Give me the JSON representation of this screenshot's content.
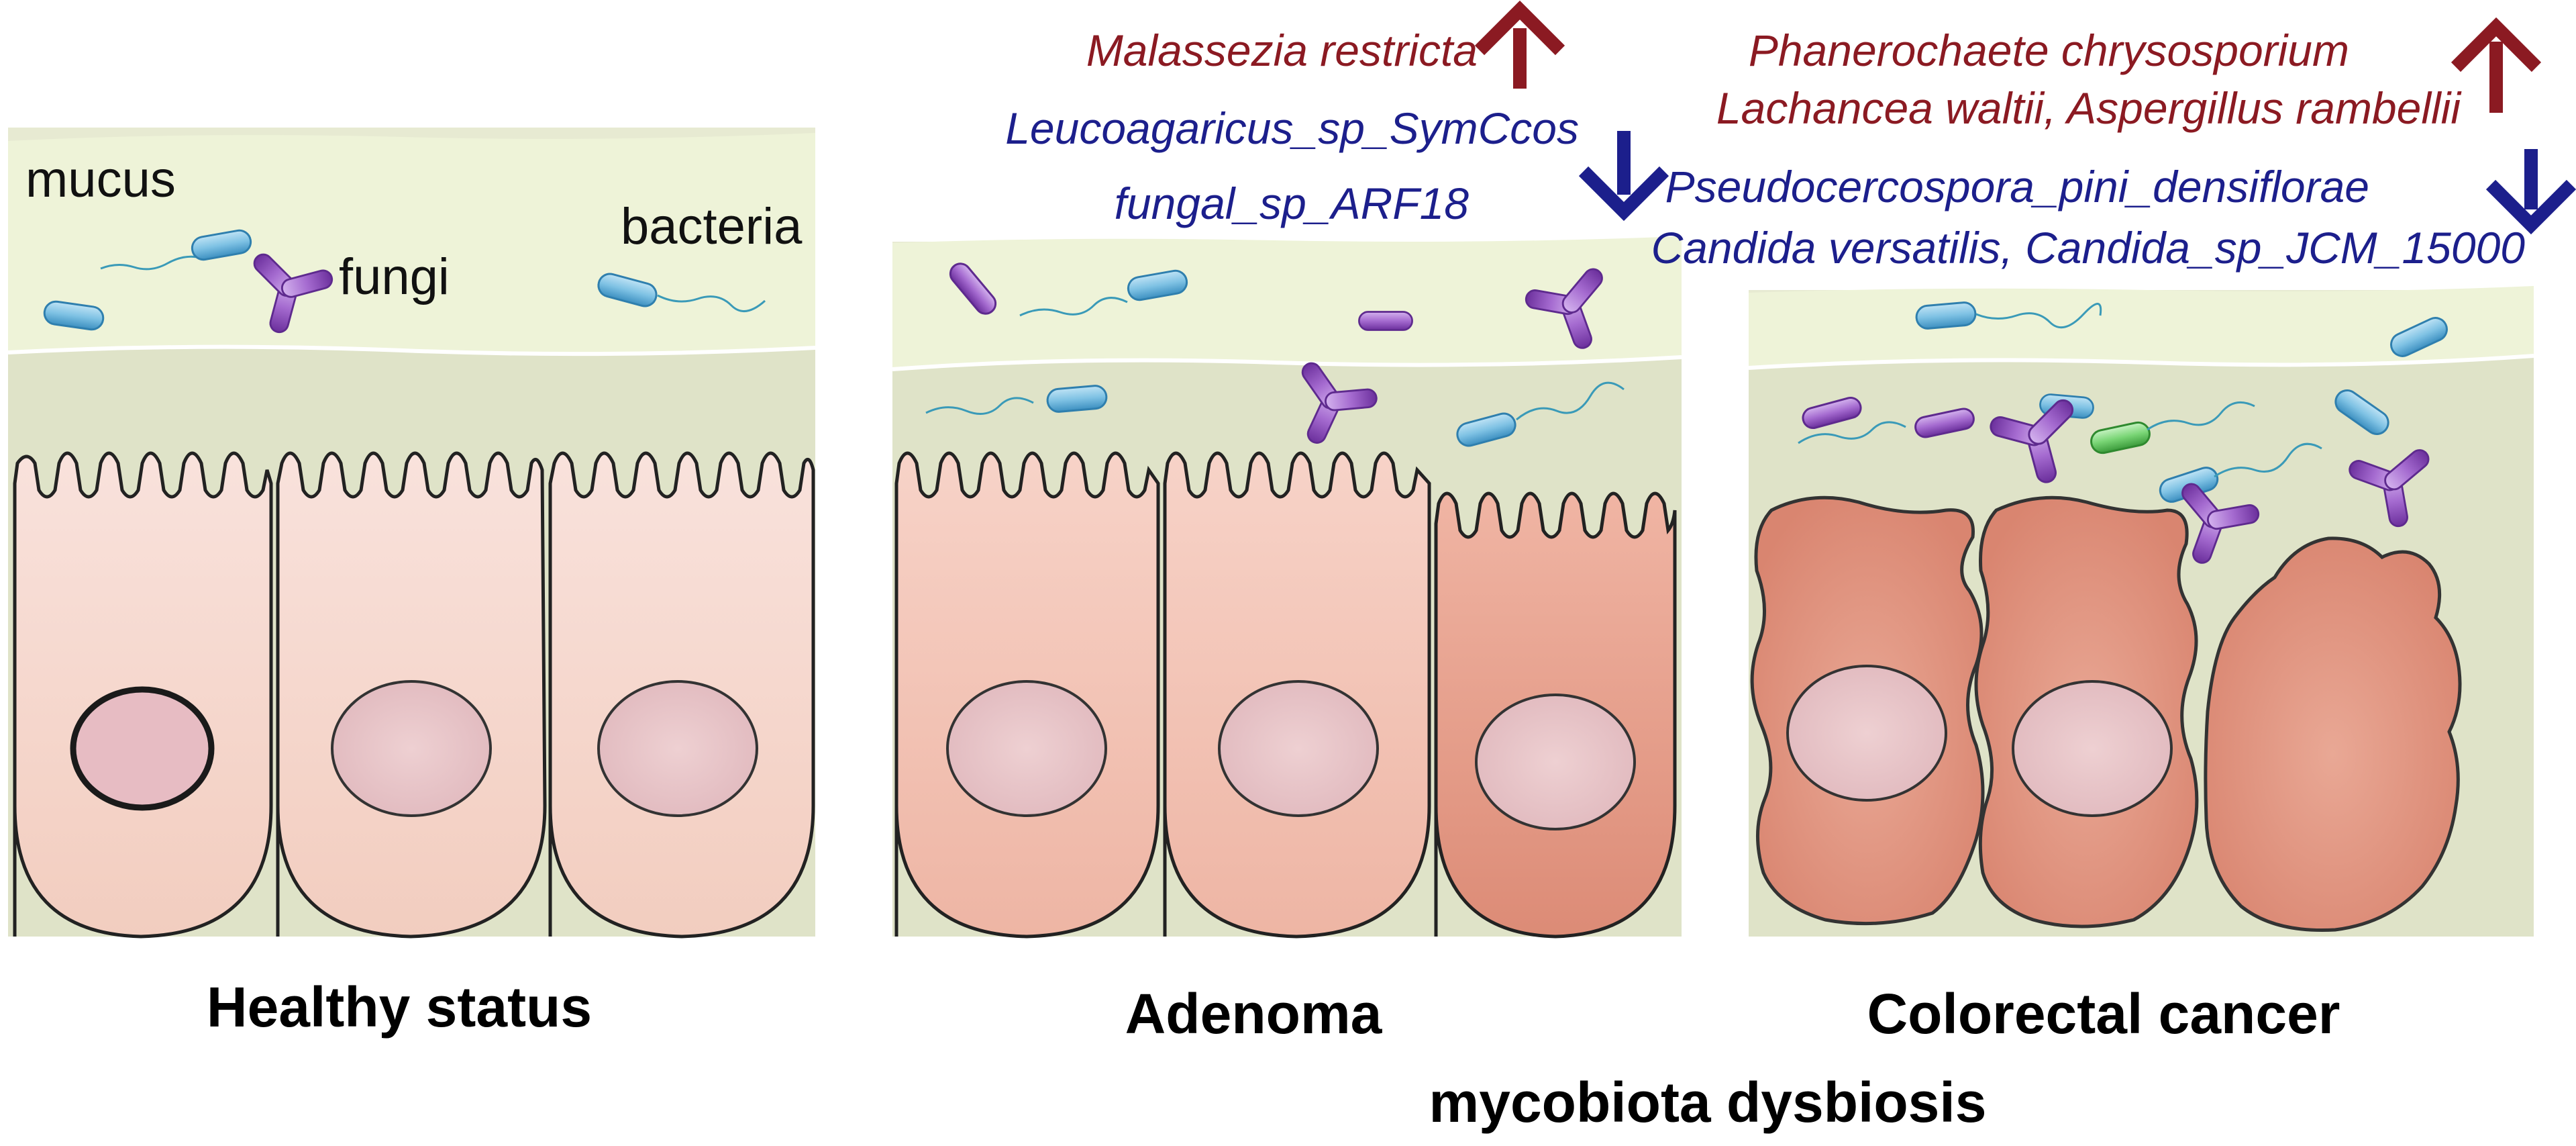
{
  "labels": {
    "mucus": "mucus",
    "fungi": "fungi",
    "bacteria": "bacteria"
  },
  "panels": [
    {
      "title": "Healthy status"
    },
    {
      "title": "Adenoma",
      "increased": [
        "Malassezia restricta"
      ],
      "decreased": [
        "Leucoagaricus_sp_SymCcos",
        "fungal_sp_ARF18"
      ]
    },
    {
      "title": "Colorectal cancer",
      "increased": [
        "Phanerochaete chrysosporium",
        "Lachancea waltii, Aspergillus rambellii"
      ],
      "decreased": [
        "Pseudocercospora_pini_densiflorae",
        "Candida versatilis, Candida_sp_JCM_15000"
      ]
    }
  ],
  "footer": "mycobiota dysbiosis",
  "colors": {
    "increase_arrow": "#8b1a22",
    "decrease_arrow": "#1c1f8c",
    "mucus": "#eef3d8",
    "epithelium_layer": "#dfe3c8",
    "cell_healthy": "#f6d8d0",
    "cell_adenoma": "#f2c4b6",
    "cell_cancer": "#e39a86",
    "nucleus": "#e8c5c8",
    "bacteria": "#7fc2e4",
    "fungi": "#a56bd0",
    "bacteria_green": "#7ed67a"
  }
}
